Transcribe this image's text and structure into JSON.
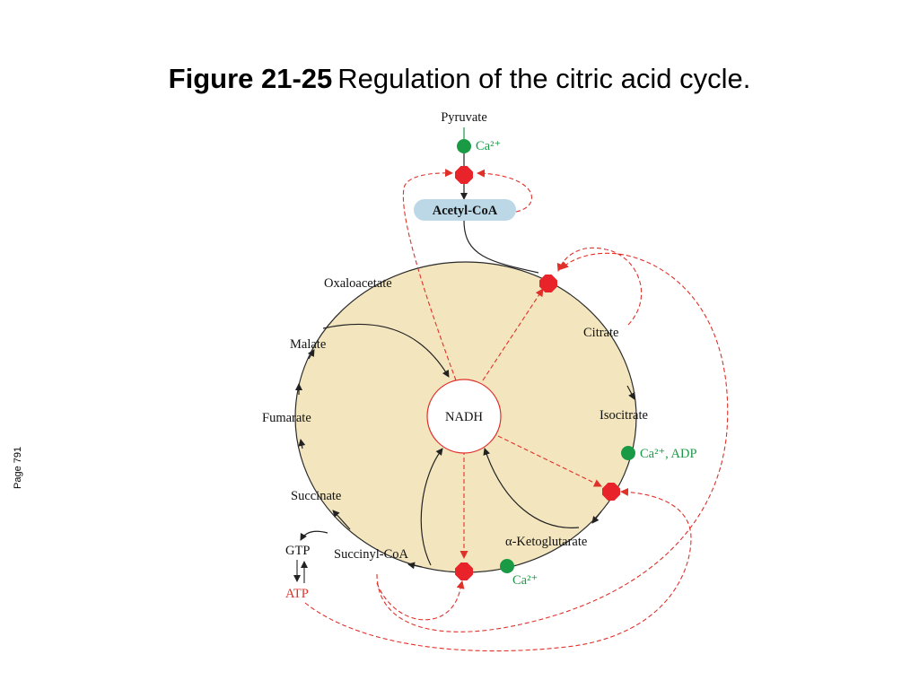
{
  "title": {
    "figure_label": "Figure 21-25",
    "caption": "Regulation of the citric acid cycle."
  },
  "page_label": "Page 791",
  "diagram": {
    "pathway_labels": {
      "pyruvate": "Pyruvate",
      "acetyl_coa": "Acetyl-CoA",
      "oxaloacetate": "Oxaloacetate",
      "citrate": "Citrate",
      "isocitrate": "Isocitrate",
      "ketoglutarate": "α-Ketoglutarate",
      "succinyl_coa": "Succinyl-CoA",
      "succinate": "Succinate",
      "fumarate": "Fumarate",
      "malate": "Malate",
      "gtp": "GTP",
      "atp": "ATP",
      "nadh": "NADH"
    },
    "activator_labels": {
      "pdh": "Ca²⁺",
      "isocitrate_dh": "Ca²⁺, ADP",
      "ketoglutarate_dh": "Ca²⁺"
    },
    "colors": {
      "cycle_fill": "#f3e6bf",
      "cycle_stroke": "#2a2a2a",
      "activator_green": "#1a9a45",
      "inhibition_red": "#e0302a",
      "acetyl_coa_box": "#bcd8e6"
    },
    "legend_semantics": {
      "green_circle": "activator",
      "red_octagon": "inhibited step",
      "dashed_red_arrow": "inhibition"
    }
  }
}
